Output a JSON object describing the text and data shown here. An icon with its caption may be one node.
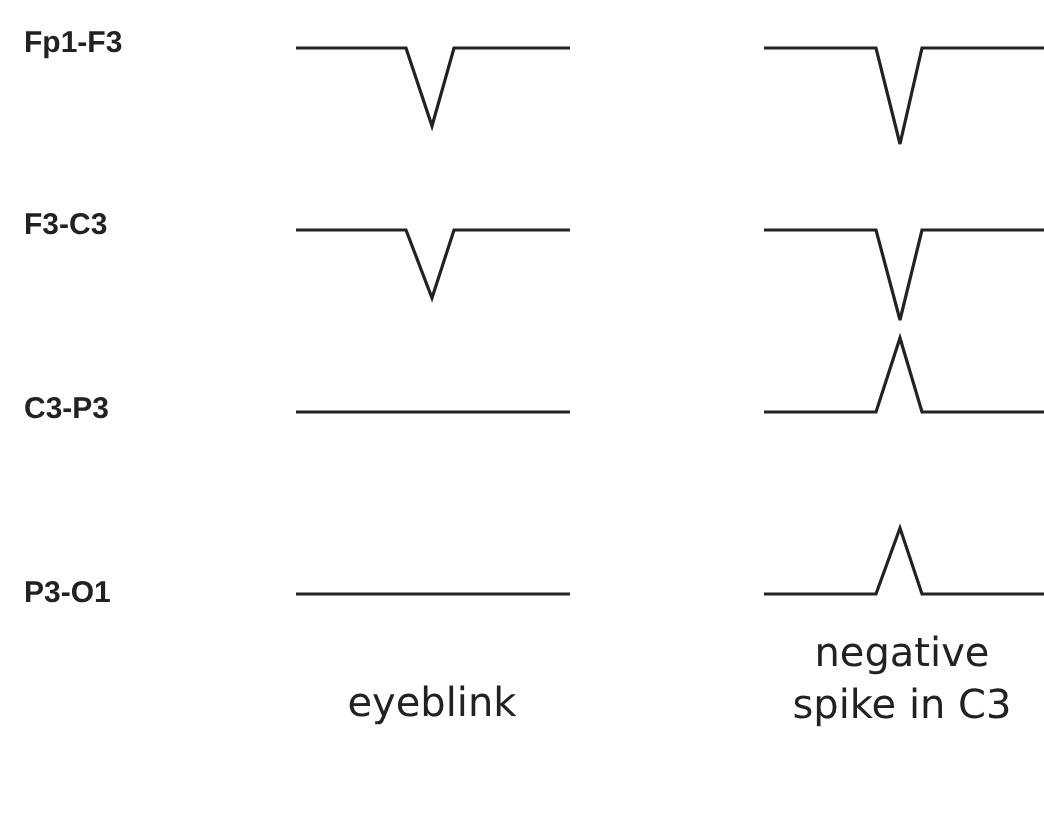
{
  "diagram": {
    "labels": [
      "Fp1-F3",
      "F3-C3",
      "C3-P3",
      "P3-O1",
      "eyeblink",
      "negative spike in C3"
    ]
  }
}
